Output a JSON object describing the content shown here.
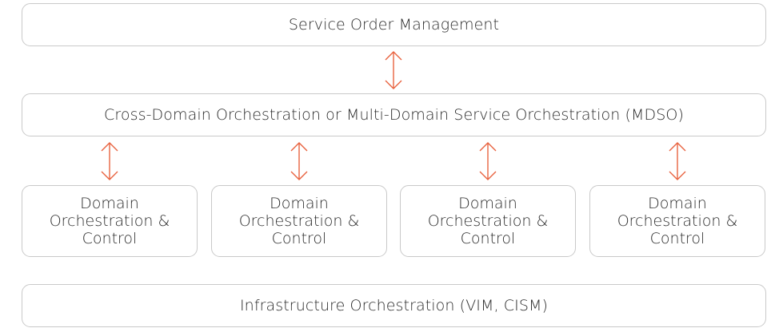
{
  "diagram": {
    "top_box": "Service Order Management",
    "middle_box": "Cross-Domain Orchestration or Multi-Domain Service Orchestration (MDSO)",
    "domain_boxes": [
      "Domain Orchestration & Control",
      "Domain Orchestration & Control",
      "Domain Orchestration & Control",
      "Domain Orchestration & Control"
    ],
    "bottom_box": "Infrastructure Orchestration (VIM, CISM)"
  },
  "colors": {
    "arrow": "#e8623f",
    "box_border": "#c9c9c9",
    "text": "#2b2b2b"
  },
  "icons": {
    "connector": "double-headed-vertical-arrow-icon"
  }
}
